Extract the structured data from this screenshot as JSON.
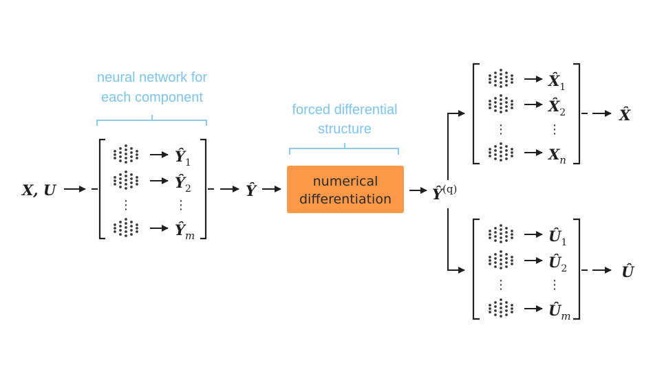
{
  "annotations": {
    "nn_line1": "neural network for",
    "nn_line2": "each component",
    "fd_line1": "forced differential",
    "fd_line2": "structure"
  },
  "box": {
    "line1": "numerical",
    "line2": "differentiation",
    "fill": "#fb9948"
  },
  "input_label": "X, U",
  "y_hat_label": "Ŷ",
  "y_hat_q_base": "Ŷ",
  "y_hat_q_sup": "(q)",
  "x_hat_label": "X̂",
  "u_hat_label": "Û",
  "vdots": "⋮",
  "y_group": {
    "base": "Ŷ",
    "subs": [
      "1",
      "2",
      "m"
    ]
  },
  "x_group": {
    "bases": [
      "X̂",
      "X̂",
      "X"
    ],
    "subs": [
      "1",
      "2",
      "n"
    ]
  },
  "u_group": {
    "base": "Û",
    "subs": [
      "1",
      "2",
      "m"
    ]
  },
  "colors": {
    "annotation": "#7cc4ee",
    "box": "#fb9948",
    "line": "#1f1f1f"
  }
}
